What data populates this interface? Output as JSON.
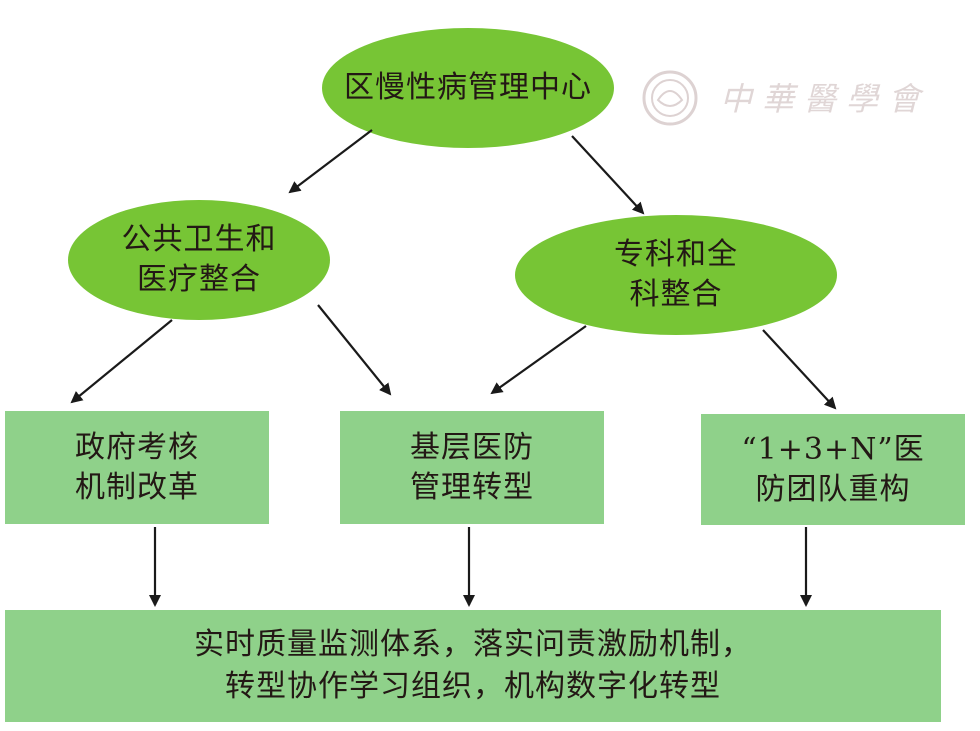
{
  "nodes": {
    "center": "区慢性病管理中心",
    "public_health": "公共卫生和\n医疗整合",
    "specialty": "专科和全\n科整合",
    "gov": "政府考核\n机制改革",
    "primary": "基层医防\n管理转型",
    "team": "“1+3+N”医\n防团队重构",
    "bottom": "实时质量监测体系，落实问责激励机制，\n转型协作学习组织，机构数字化转型"
  },
  "watermark": {
    "text": "中華醫學會"
  },
  "colors": {
    "ellipse_fill": "#77c535",
    "rect_fill": "#8fd18a",
    "arrow": "#1a1a1a"
  }
}
